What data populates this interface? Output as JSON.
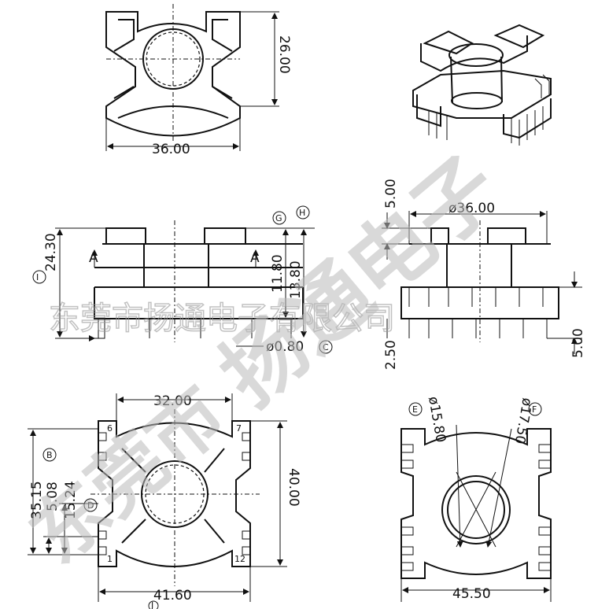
{
  "dimensions": {
    "top_width": "36.00",
    "top_height": "26.00",
    "side_height": "24.30",
    "side_flange": "11.80",
    "side_total": "13.80",
    "pin_dia": "ø0.80",
    "front_dia": "ø36.00",
    "front_top": "5.00",
    "front_pin_left": "2.50",
    "front_pin_right": "5.00",
    "bottom_width": "32.00",
    "bottom_overall": "41.60",
    "bottom_height": "40.00",
    "pitch_total": "35.15",
    "pitch_b": "5.08",
    "pitch_d": "15.24",
    "base_width": "45.50",
    "bore_inner": "ø15.80",
    "bore_outer": "ø17.50"
  },
  "markers": {
    "G": "G",
    "H": "H",
    "I": "I",
    "C": "C",
    "B": "B",
    "D": "D",
    "E": "E",
    "F": "F",
    "J": "J",
    "section_a": "A",
    "pin_6": "6",
    "pin_7": "7",
    "pin_1": "1",
    "pin_12": "12"
  },
  "watermark": {
    "brand": "扬通电子",
    "company": "东莞市扬通电子有限公司",
    "city": "东莞市"
  }
}
